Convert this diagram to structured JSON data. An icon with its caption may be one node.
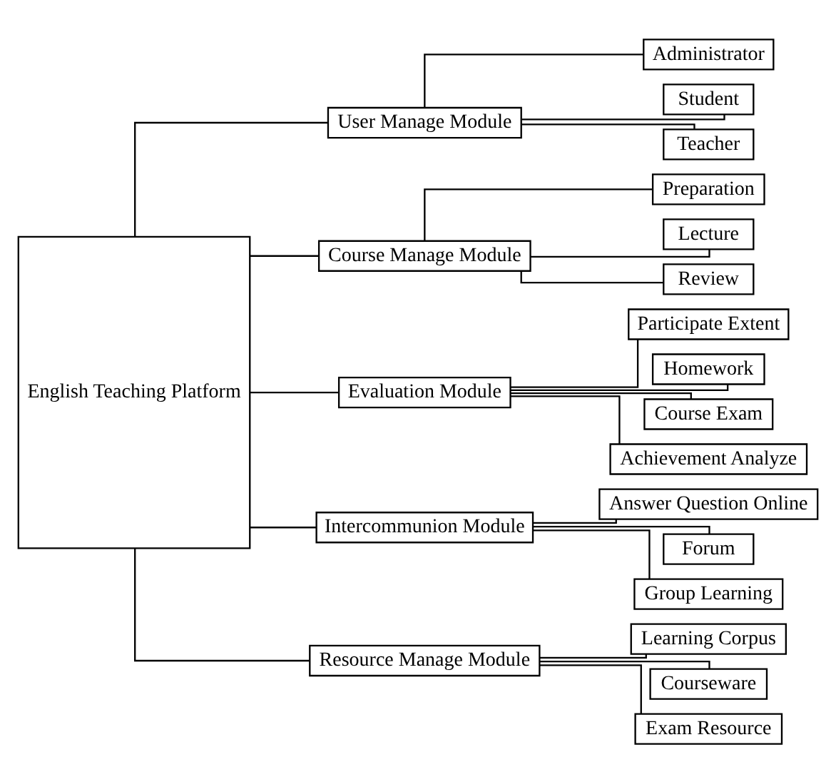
{
  "diagram": {
    "nodes": [
      {
        "text": [
          "English Teaching Platform"
        ]
      },
      {
        "text": [
          "User Manage Module"
        ]
      },
      {
        "text": [
          "Administrator"
        ]
      },
      {
        "text": [
          "Student"
        ]
      },
      {
        "text": [
          "Teacher"
        ]
      },
      {
        "text": [
          "Course Manage Module"
        ]
      },
      {
        "text": [
          "Preparation"
        ]
      },
      {
        "text": [
          "Lecture"
        ]
      },
      {
        "text": [
          "Review"
        ]
      },
      {
        "text": [
          "Evaluation Module"
        ]
      },
      {
        "text": [
          "Participate Extent"
        ]
      },
      {
        "text": [
          "Homework"
        ]
      },
      {
        "text": [
          "Course Exam"
        ]
      },
      {
        "text": [
          "Achievement Analyze"
        ]
      },
      {
        "text": [
          "Intercommunion Module"
        ]
      },
      {
        "text": [
          "Answer Question Online"
        ]
      },
      {
        "text": [
          "Forum"
        ]
      },
      {
        "text": [
          "Group Learning"
        ]
      },
      {
        "text": [
          "Resource Manage Module"
        ]
      },
      {
        "text": [
          "Learning Corpus"
        ]
      },
      {
        "text": [
          "Courseware"
        ]
      },
      {
        "text": [
          "Exam Resource"
        ]
      }
    ],
    "edges": [
      {
        "from": 0,
        "to": 1,
        "arrow": "none"
      },
      {
        "from": 0,
        "to": 5,
        "arrow": "none"
      },
      {
        "from": 0,
        "to": 9,
        "arrow": "none"
      },
      {
        "from": 0,
        "to": 14,
        "arrow": "none"
      },
      {
        "from": 0,
        "to": 18,
        "arrow": "none"
      },
      {
        "from": 1,
        "to": 2,
        "arrow": "none"
      },
      {
        "from": 1,
        "to": 3,
        "arrow": "none"
      },
      {
        "from": 1,
        "to": 4,
        "arrow": "none"
      },
      {
        "from": 5,
        "to": 6,
        "arrow": "none"
      },
      {
        "from": 5,
        "to": 7,
        "arrow": "none"
      },
      {
        "from": 5,
        "to": 8,
        "arrow": "none"
      },
      {
        "from": 9,
        "to": 10,
        "arrow": "none"
      },
      {
        "from": 9,
        "to": 11,
        "arrow": "none"
      },
      {
        "from": 9,
        "to": 12,
        "arrow": "none"
      },
      {
        "from": 9,
        "to": 13,
        "arrow": "none"
      },
      {
        "from": 14,
        "to": 15,
        "arrow": "none"
      },
      {
        "from": 14,
        "to": 16,
        "arrow": "none"
      },
      {
        "from": 14,
        "to": 17,
        "arrow": "none"
      },
      {
        "from": 18,
        "to": 19,
        "arrow": "none"
      },
      {
        "from": 18,
        "to": 20,
        "arrow": "none"
      },
      {
        "from": 18,
        "to": 21,
        "arrow": "none"
      }
    ]
  }
}
